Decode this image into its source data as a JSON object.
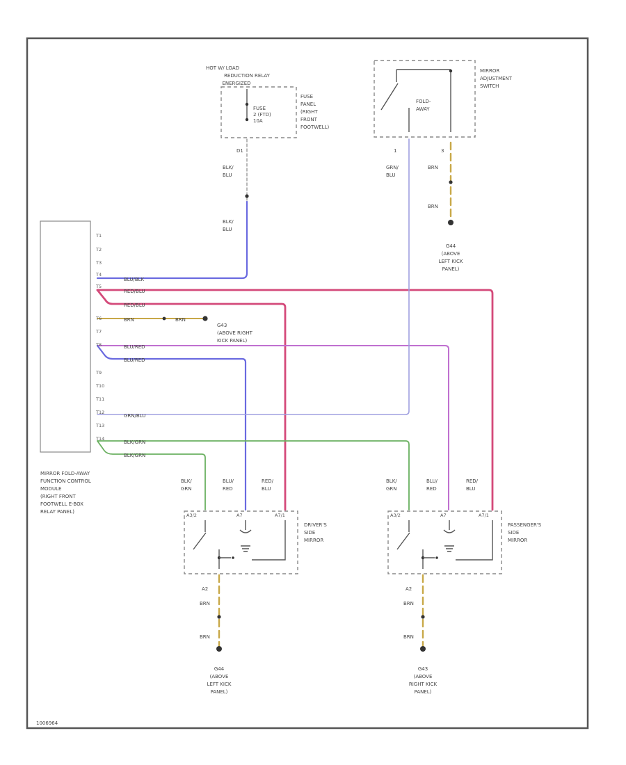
{
  "colors": {
    "blu_blk": "#6a6ae0",
    "red_blu": "#d44a7a",
    "blu_red": "#c070d0",
    "brn": "#c8a848",
    "blk_grn": "#6ab060",
    "grn_blu": "#a0a0e0",
    "blu_blk_light": "#8080e8"
  },
  "relay": {
    "title_1": "HOT W/ LOAD",
    "title_2": "REDUCTION RELAY",
    "title_3": "ENERGIZED",
    "fuse_1": "FUSE",
    "fuse_2": "2 (FTD)",
    "fuse_3": "10A",
    "panel_1": "FUSE",
    "panel_2": "PANEL",
    "panel_3": "(RIGHT",
    "panel_4": "FRONT",
    "panel_5": "FOOTWELL)",
    "pin": "D1",
    "wire_a_1": "BLK/",
    "wire_a_2": "BLU",
    "wire_b_1": "BLK/",
    "wire_b_2": "BLU"
  },
  "switch": {
    "label_1": "MIRROR",
    "label_2": "ADJUSTMENT",
    "label_3": "SWITCH",
    "fold_1": "FOLD-",
    "fold_2": "AWAY",
    "pin_left": "1",
    "pin_right": "3",
    "wire_left_1": "GRN/",
    "wire_left_2": "BLU",
    "wire_right_1": "BRN",
    "wire_right_2": "BRN",
    "ground_1": "G44",
    "ground_2": "(ABOVE",
    "ground_3": "LEFT KICK",
    "ground_4": "PANEL)"
  },
  "module": {
    "pins": [
      "T1",
      "T2",
      "T3",
      "T4",
      "T5",
      "T6",
      "T7",
      "T8",
      "T9",
      "T10",
      "T11",
      "T12",
      "T13",
      "T14"
    ],
    "label_1": "MIRROR FOLD-AWAY",
    "label_2": "FUNCTION CONTROL",
    "label_3": "MODULE",
    "label_4": "(RIGHT FRONT",
    "label_5": "FOOTWELL E-BOX",
    "label_6": "RELAY PANEL)"
  },
  "wires": {
    "w1": "BLU/BLK",
    "w2": "RED/BLU",
    "w3": "RED/BLU",
    "w4": "BRN",
    "w4b": "BRN",
    "w5": "BLU/RED",
    "w6": "BLU/RED",
    "w7": "GRN/BLU",
    "w8": "BLK/GRN",
    "w9": "BLK/GRN"
  },
  "ground_mid": {
    "name": "G43",
    "line_1": "(ABOVE RIGHT",
    "line_2": "KICK PANEL)"
  },
  "driver": {
    "wire_1a": "BLK/",
    "wire_1b": "GRN",
    "wire_2a": "BLU/",
    "wire_2b": "RED",
    "wire_3a": "RED/",
    "wire_3b": "BLU",
    "pin_1": "A3/2",
    "pin_2": "A7",
    "pin_3": "A7/1",
    "label_1": "DRIVER'S",
    "label_2": "SIDE",
    "label_3": "MIRROR",
    "pin_bottom": "A2",
    "wire_bottom_a": "BRN",
    "wire_bottom_b": "BRN",
    "ground_1": "G44",
    "ground_2": "(ABOVE",
    "ground_3": "LEFT KICK",
    "ground_4": "PANEL)"
  },
  "passenger": {
    "wire_1a": "BLK/",
    "wire_1b": "GRN",
    "wire_2a": "BLU/",
    "wire_2b": "RED",
    "wire_3a": "RED/",
    "wire_3b": "BLU",
    "pin_1": "A3/2",
    "pin_2": "A7",
    "pin_3": "A7/1",
    "label_1": "PASSENGER'S",
    "label_2": "SIDE",
    "label_3": "MIRROR",
    "pin_bottom": "A2",
    "wire_bottom_a": "BRN",
    "wire_bottom_b": "BRN",
    "ground_1": "G43",
    "ground_2": "(ABOVE",
    "ground_3": "RIGHT KICK",
    "ground_4": "PANEL)"
  },
  "footer_id": "1006964"
}
